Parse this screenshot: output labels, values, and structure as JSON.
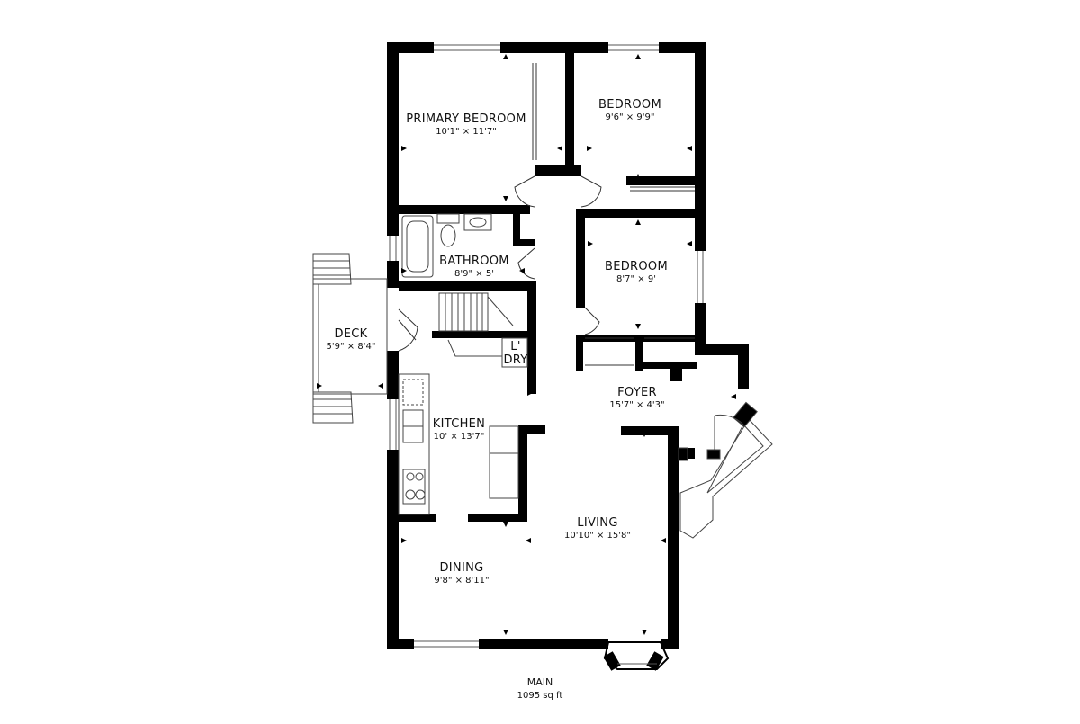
{
  "rooms": {
    "primary_bedroom": {
      "name": "PRIMARY BEDROOM",
      "dim": "10'1\" × 11'7\""
    },
    "bedroom_1": {
      "name": "BEDROOM",
      "dim": "9'6\" × 9'9\""
    },
    "bedroom_2": {
      "name": "BEDROOM",
      "dim": "8'7\" × 9'"
    },
    "bathroom": {
      "name": "BATHROOM",
      "dim": "8'9\" × 5'"
    },
    "deck": {
      "name": "DECK",
      "dim": "5'9\" × 8'4\""
    },
    "kitchen": {
      "name": "KITCHEN",
      "dim": "10' × 13'7\""
    },
    "foyer": {
      "name": "FOYER",
      "dim": "15'7\" × 4'3\""
    },
    "living": {
      "name": "LIVING",
      "dim": "10'10\" × 15'8\""
    },
    "dining": {
      "name": "DINING",
      "dim": "9'8\" × 8'11\""
    },
    "laundry": {
      "line1": "L'",
      "line2": "DRY"
    }
  },
  "footer": {
    "floor": "MAIN",
    "area": "1095 sq ft"
  }
}
